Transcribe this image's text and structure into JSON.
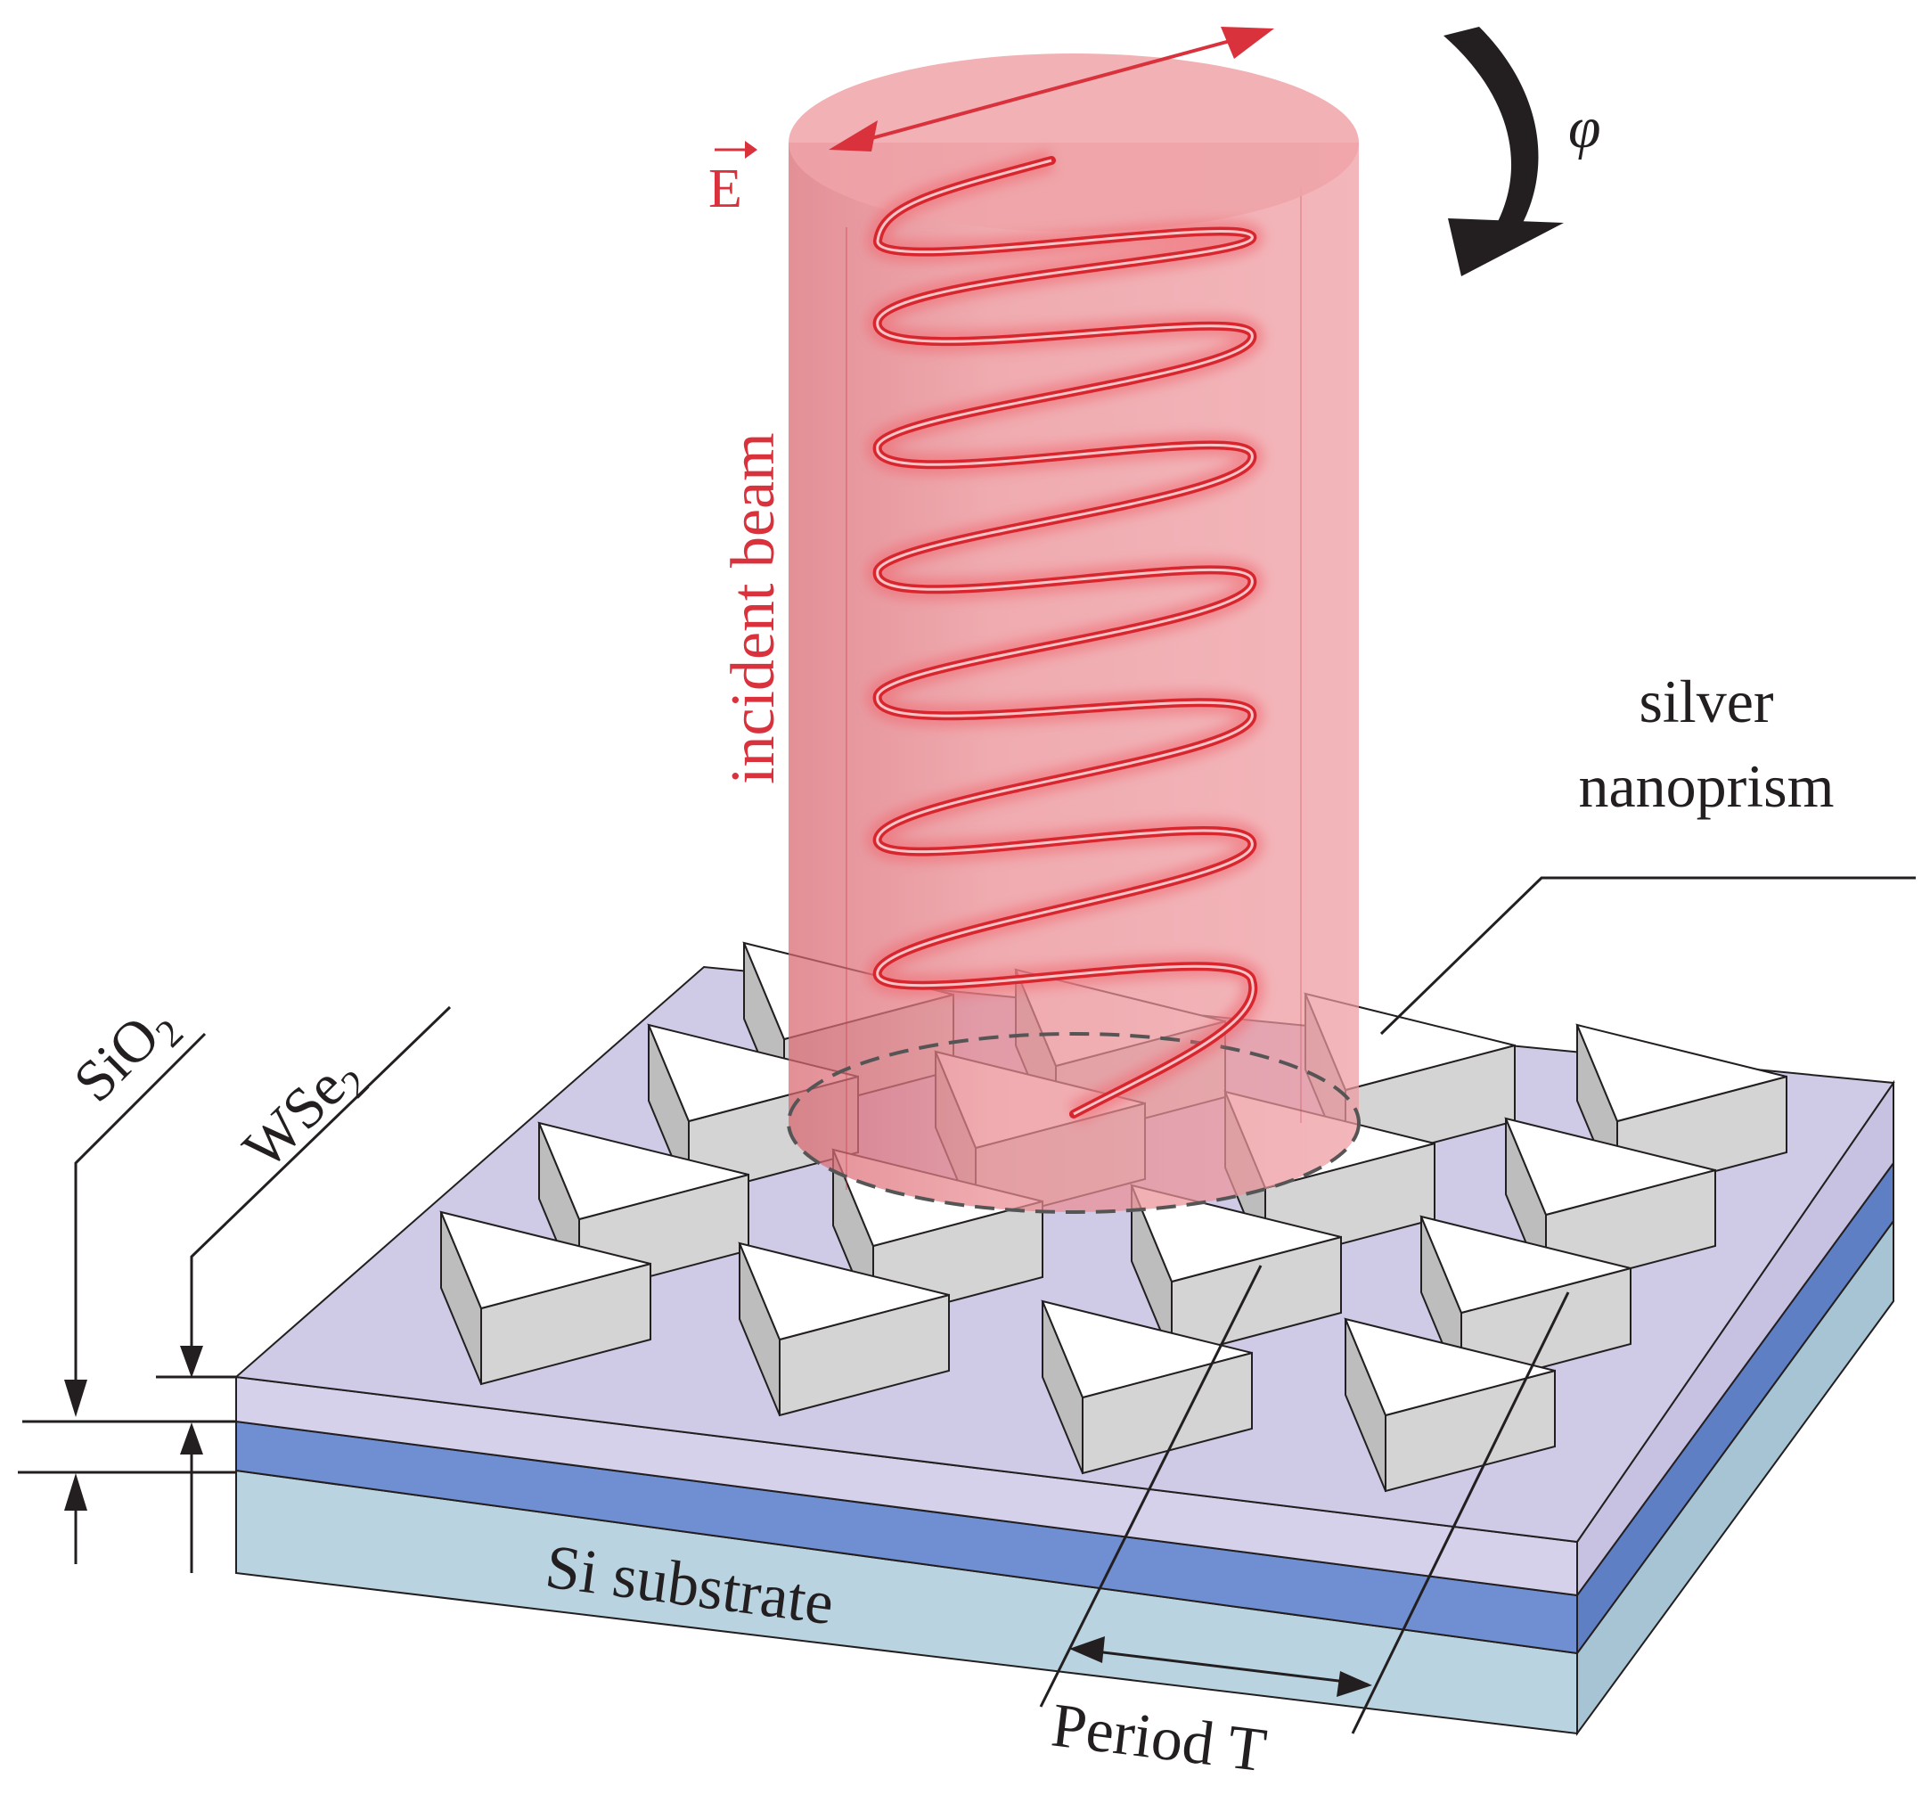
{
  "labels": {
    "field_vector": "E",
    "rotation_angle": "φ",
    "incident_beam": "incident beam",
    "nanoprism_line1": "silver",
    "nanoprism_line2": "nanoprism",
    "sio2_main": "SiO",
    "sio2_sub": "2",
    "wse2_main": "WSe",
    "wse2_sub": "2",
    "substrate": "Si substrate",
    "period": "Period T"
  },
  "colors": {
    "beam": "#e8767e",
    "beam_stroke": "#c9404a",
    "spiral": "#d8262e",
    "field_arrow": "#d9323c",
    "sio2_top": "#cfcae6",
    "sio2_front": "#d6d1ea",
    "wse2": "#6f8fd2",
    "si_substrate": "#b9d4e0",
    "prism_top": "#ffffff",
    "prism_side": "#d4d4d4",
    "ink": "#231f20"
  }
}
